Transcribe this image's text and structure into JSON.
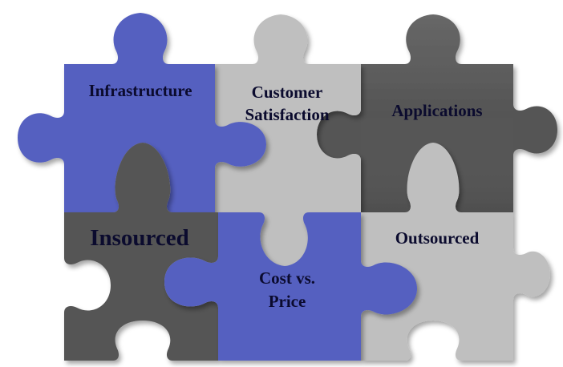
{
  "diagram": {
    "pieces": [
      {
        "id": "infrastructure",
        "lines": [
          "Infrastructure"
        ],
        "color": "#5560c0"
      },
      {
        "id": "customer-satisfaction",
        "lines": [
          "Customer",
          "Satisfaction"
        ],
        "color": "#bfbfbf"
      },
      {
        "id": "applications",
        "lines": [
          "Applications"
        ],
        "color": "#555555"
      },
      {
        "id": "insourced",
        "lines": [
          "Insourced"
        ],
        "color": "#555555"
      },
      {
        "id": "cost-vs-price",
        "lines": [
          "Cost vs.",
          "Price"
        ],
        "color": "#5560c0"
      },
      {
        "id": "outsourced",
        "lines": [
          "Outsourced"
        ],
        "color": "#bfbfbf"
      }
    ]
  }
}
